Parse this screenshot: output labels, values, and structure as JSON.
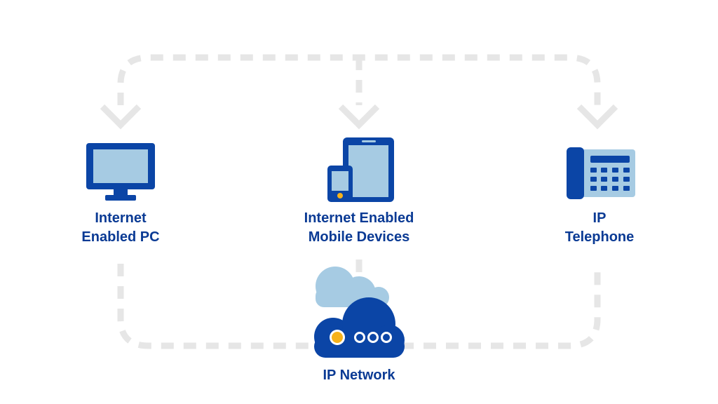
{
  "nodes": {
    "pc": {
      "line1": "Internet",
      "line2": "Enabled PC",
      "icon": "monitor-icon"
    },
    "mobile": {
      "line1": "Internet Enabled",
      "line2": "Mobile Devices",
      "icon": "tablet-phone-icon"
    },
    "phone": {
      "line1": "IP",
      "line2": "Telephone",
      "icon": "desk-phone-icon"
    },
    "network": {
      "label": "IP Network",
      "icon": "cloud-network-icon"
    }
  },
  "colors": {
    "dark_blue": "#0b45a6",
    "light_blue": "#a6cbe3",
    "connector_gray": "#e6e6e6",
    "accent_yellow": "#f6b21b",
    "label_blue": "#0a3a94"
  }
}
